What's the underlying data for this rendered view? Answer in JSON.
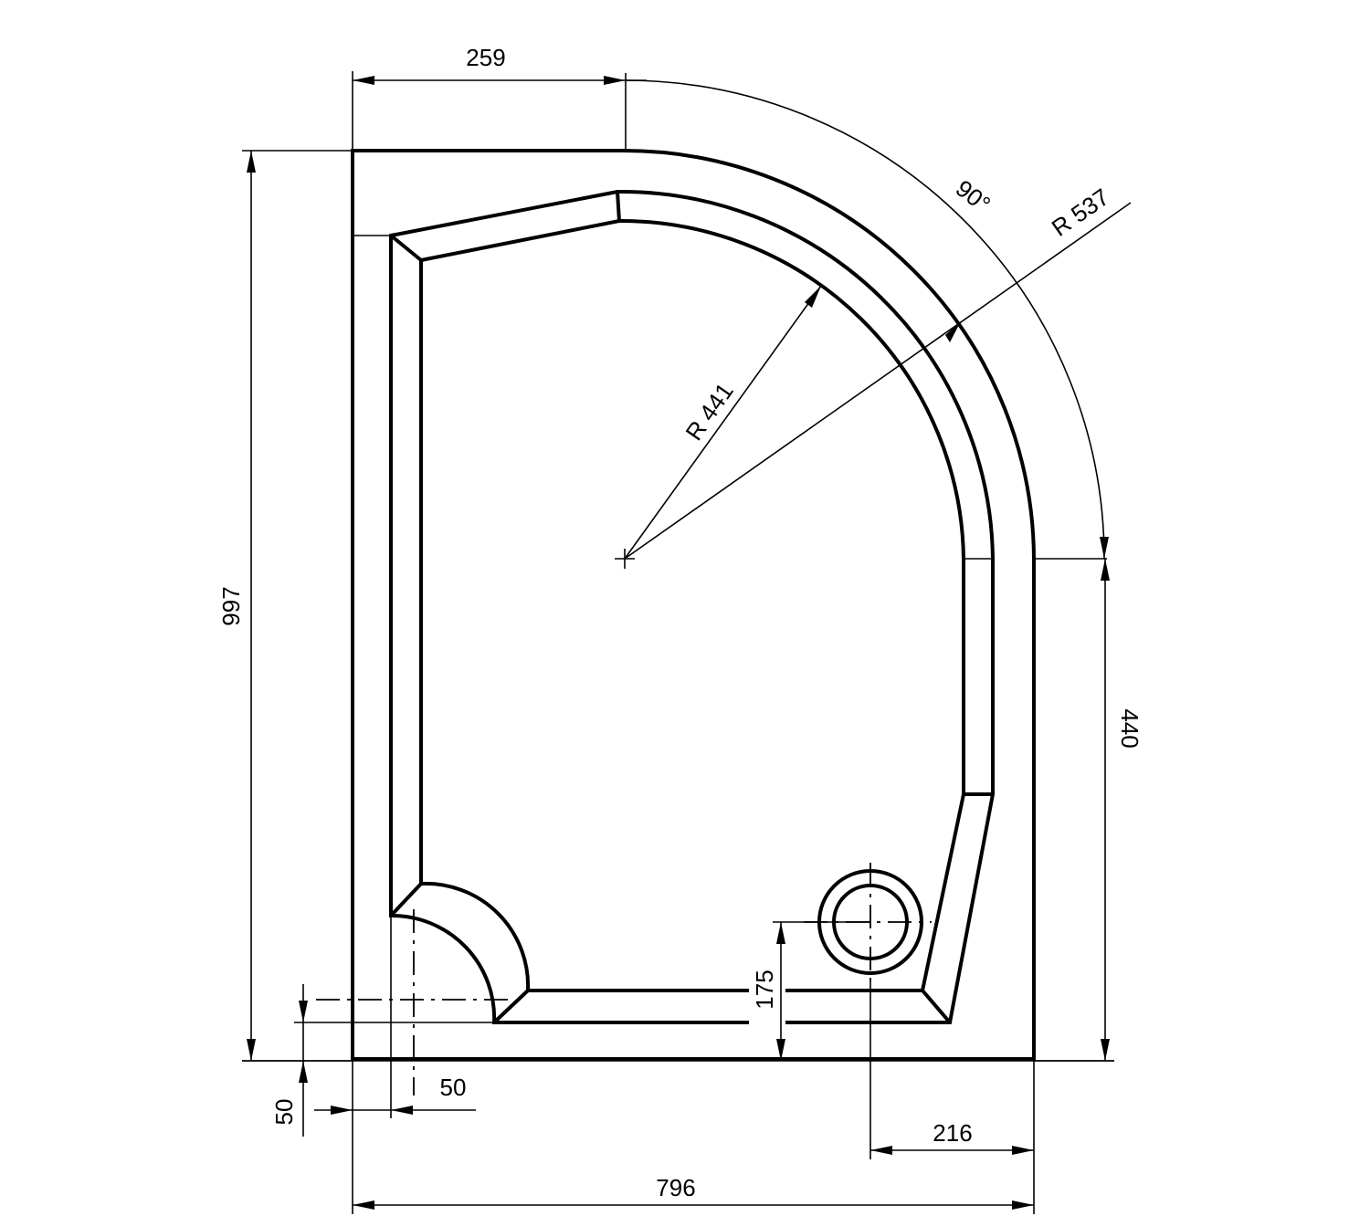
{
  "dimensions": {
    "top_width": "259",
    "total_height": "997",
    "arc_angle": "90°",
    "outer_radius": "R 537",
    "inner_radius": "R 441",
    "right_height": "440",
    "drain_height": "175",
    "left_offset": "50",
    "bottom_offset": "50",
    "drain_offset": "216",
    "total_width": "796"
  },
  "colors": {
    "line": "#000000",
    "background": "#ffffff"
  }
}
